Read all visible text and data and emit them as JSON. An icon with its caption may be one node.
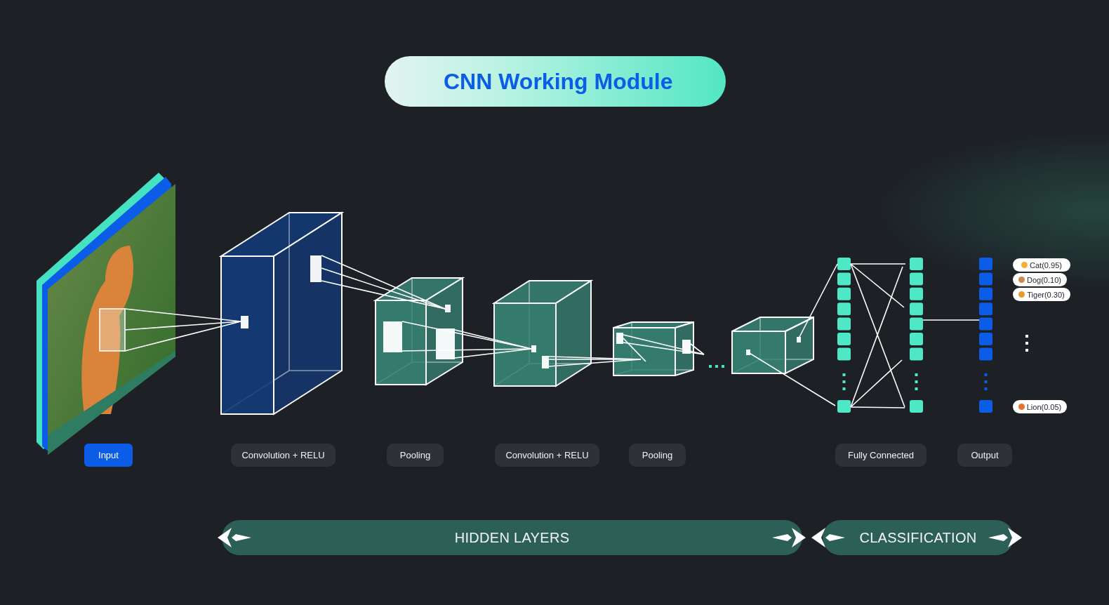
{
  "diagram": {
    "title": "CNN Working Module",
    "nodes": [
      {
        "text": [
          "Cat(0.95)"
        ]
      },
      {
        "text": [
          "Dog(0.10)"
        ]
      },
      {
        "text": [
          "Tiger(0.30)"
        ]
      },
      {
        "text": [
          "Lion(0.05)"
        ]
      },
      {
        "text": [
          "Input"
        ]
      },
      {
        "text": [
          "Convolution + RELU"
        ]
      },
      {
        "text": [
          "Pooling"
        ]
      },
      {
        "text": [
          "Convolution + RELU"
        ]
      },
      {
        "text": [
          "Pooling"
        ]
      },
      {
        "text": [
          "Fully Connected"
        ]
      },
      {
        "text": [
          "Output"
        ]
      },
      {
        "text": [
          "HIDDEN LAYERS"
        ]
      },
      {
        "text": [
          "CLASSIFICATION"
        ]
      },
      {
        "text": [],
        "shape": "picture"
      },
      {
        "text": [],
        "shape": "box"
      },
      {
        "text": [],
        "shape": "box"
      },
      {
        "text": [],
        "shape": "box"
      },
      {
        "text": [],
        "shape": "box"
      },
      {
        "text": [],
        "shape": "box"
      },
      {
        "text": [],
        "shape": "bar"
      },
      {
        "text": [],
        "shape": "bar"
      },
      {
        "text": [],
        "shape": "bar"
      }
    ],
    "edges": [
      {
        "from": 13,
        "to": 14,
        "arrow": "none"
      },
      {
        "from": 13,
        "to": 14,
        "arrow": "none"
      },
      {
        "from": 13,
        "to": 14,
        "arrow": "none"
      },
      {
        "from": 14,
        "to": 15,
        "arrow": "none"
      },
      {
        "from": 14,
        "to": 15,
        "arrow": "none"
      },
      {
        "from": 14,
        "to": 15,
        "arrow": "none"
      },
      {
        "from": 15,
        "to": 16,
        "arrow": "none"
      },
      {
        "from": 15,
        "to": 16,
        "arrow": "none"
      },
      {
        "from": 15,
        "to": 16,
        "arrow": "none"
      },
      {
        "from": 15,
        "to": 16,
        "arrow": "none"
      },
      {
        "from": 16,
        "to": 17,
        "arrow": "none"
      },
      {
        "from": 16,
        "to": 17,
        "arrow": "none"
      },
      {
        "from": 16,
        "to": 17,
        "arrow": "none"
      },
      {
        "from": 18,
        "to": 19,
        "arrow": "none"
      },
      {
        "from": 18,
        "to": 19,
        "arrow": "none"
      },
      {
        "from": 19,
        "to": 20,
        "arrow": "none"
      },
      {
        "from": 19,
        "to": 20,
        "arrow": "none"
      },
      {
        "from": 19,
        "to": 20,
        "arrow": "none"
      },
      {
        "from": 19,
        "to": 20,
        "arrow": "none"
      },
      {
        "from": 19,
        "to": 20,
        "arrow": "none"
      },
      {
        "from": 19,
        "to": 20,
        "arrow": "none"
      },
      {
        "from": 20,
        "to": 21,
        "arrow": "none"
      }
    ]
  }
}
